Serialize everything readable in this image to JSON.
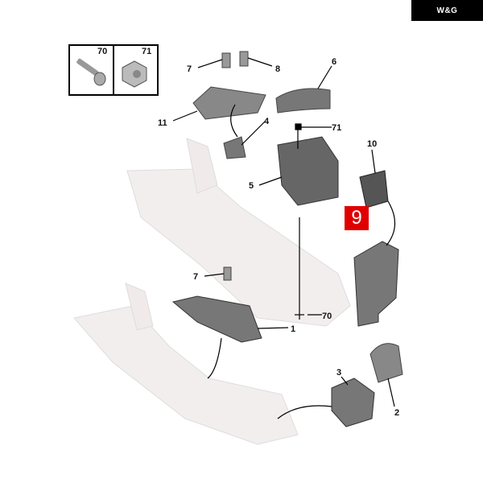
{
  "logo": {
    "text": "W&G"
  },
  "fastener_box": {
    "left_label": "70",
    "right_label": "71"
  },
  "labels": {
    "p7a": "7",
    "p8": "8",
    "p6": "6",
    "p11": "11",
    "p4": "4",
    "p71": "71",
    "p10": "10",
    "p5": "5",
    "p7b": "7",
    "p70": "70",
    "p1": "1",
    "p3": "3",
    "p2": "2"
  },
  "highlight": {
    "label": "9",
    "color": "#e00000"
  }
}
